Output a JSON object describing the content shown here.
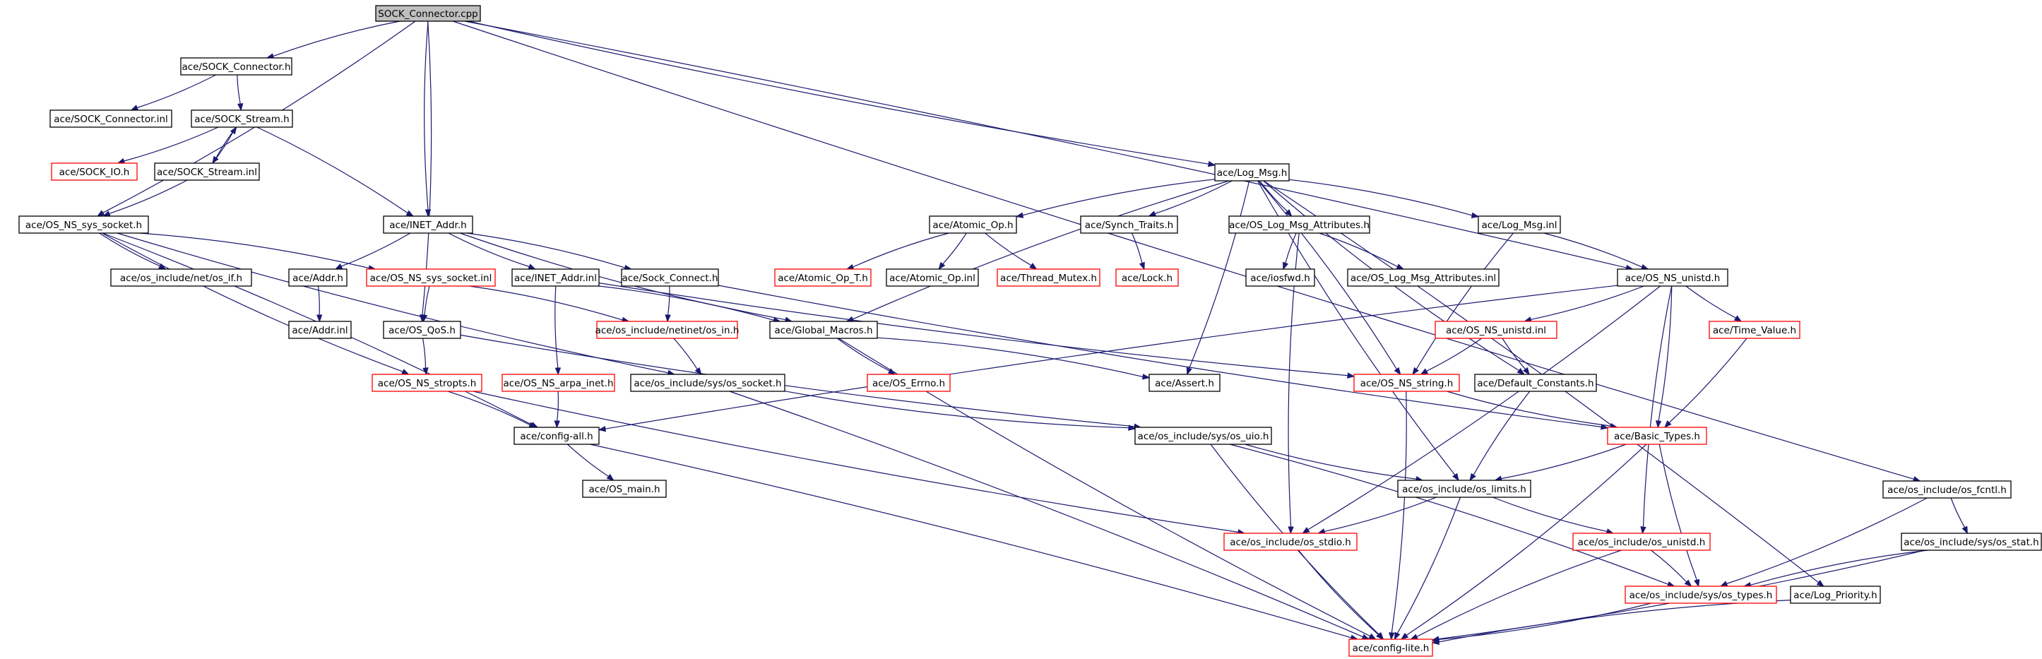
{
  "colors": {
    "edge": "#191970",
    "node_border": "#000000",
    "node_border_incomplete": "#ff0000",
    "root_fill": "#bfbfbf",
    "node_fill": "#ffffff",
    "text": "#000000"
  },
  "nodes": [
    {
      "id": "n_root",
      "label": "SOCK_Connector.cpp",
      "root": true
    },
    {
      "id": "n_sockconn_h",
      "label": "ace/SOCK_Connector.h"
    },
    {
      "id": "n_sockconn_inl",
      "label": "ace/SOCK_Connector.inl"
    },
    {
      "id": "n_sockstream_h",
      "label": "ace/SOCK_Stream.h"
    },
    {
      "id": "n_sockio_h",
      "label": "ace/SOCK_IO.h",
      "incomplete": true
    },
    {
      "id": "n_sockstream_inl",
      "label": "ace/SOCK_Stream.inl"
    },
    {
      "id": "n_osns_syssock_h",
      "label": "ace/OS_NS_sys_socket.h"
    },
    {
      "id": "n_net_if",
      "label": "ace/os_include/net/os_if.h"
    },
    {
      "id": "n_inetaddr_h",
      "label": "ace/INET_Addr.h"
    },
    {
      "id": "n_addr_h",
      "label": "ace/Addr.h"
    },
    {
      "id": "n_osns_syssock_inl",
      "label": "ace/OS_NS_sys_socket.inl",
      "incomplete": true
    },
    {
      "id": "n_inetaddr_inl",
      "label": "ace/INET_Addr.inl"
    },
    {
      "id": "n_sockconnect_h",
      "label": "ace/Sock_Connect.h"
    },
    {
      "id": "n_addr_inl",
      "label": "ace/Addr.inl"
    },
    {
      "id": "n_osqos_h",
      "label": "ace/OS_QoS.h"
    },
    {
      "id": "n_netinet_in",
      "label": "ace/os_include/netinet/os_in.h",
      "incomplete": true
    },
    {
      "id": "n_globalmacros",
      "label": "ace/Global_Macros.h"
    },
    {
      "id": "n_osns_stropts",
      "label": "ace/OS_NS_stropts.h",
      "incomplete": true
    },
    {
      "id": "n_osns_arpainet",
      "label": "ace/OS_NS_arpa_inet.h",
      "incomplete": true
    },
    {
      "id": "n_sys_socket",
      "label": "ace/os_include/sys/os_socket.h"
    },
    {
      "id": "n_oserrno",
      "label": "ace/OS_Errno.h",
      "incomplete": true
    },
    {
      "id": "n_configall",
      "label": "ace/config-all.h"
    },
    {
      "id": "n_osmain",
      "label": "ace/OS_main.h"
    },
    {
      "id": "n_logmsg_h",
      "label": "ace/Log_Msg.h"
    },
    {
      "id": "n_atomicop_h",
      "label": "ace/Atomic_Op.h"
    },
    {
      "id": "n_atomicop_t",
      "label": "ace/Atomic_Op_T.h",
      "incomplete": true
    },
    {
      "id": "n_atomicop_inl",
      "label": "ace/Atomic_Op.inl"
    },
    {
      "id": "n_threadmutex",
      "label": "ace/Thread_Mutex.h",
      "incomplete": true
    },
    {
      "id": "n_synchtraits",
      "label": "ace/Synch_Traits.h"
    },
    {
      "id": "n_lock_h",
      "label": "ace/Lock.h",
      "incomplete": true
    },
    {
      "id": "n_oslogmsgattr_h",
      "label": "ace/OS_Log_Msg_Attributes.h"
    },
    {
      "id": "n_iosfwd",
      "label": "ace/iosfwd.h"
    },
    {
      "id": "n_oslogmsgattr_inl",
      "label": "ace/OS_Log_Msg_Attributes.inl"
    },
    {
      "id": "n_logmsg_inl",
      "label": "ace/Log_Msg.inl"
    },
    {
      "id": "n_osns_unistd_h",
      "label": "ace/OS_NS_unistd.h"
    },
    {
      "id": "n_osns_unistd_inl",
      "label": "ace/OS_NS_unistd.inl",
      "incomplete": true
    },
    {
      "id": "n_timevalue",
      "label": "ace/Time_Value.h",
      "incomplete": true
    },
    {
      "id": "n_assert",
      "label": "ace/Assert.h"
    },
    {
      "id": "n_osns_string",
      "label": "ace/OS_NS_string.h",
      "incomplete": true
    },
    {
      "id": "n_defconst",
      "label": "ace/Default_Constants.h"
    },
    {
      "id": "n_basictypes",
      "label": "ace/Basic_Types.h",
      "incomplete": true
    },
    {
      "id": "n_sys_uio",
      "label": "ace/os_include/sys/os_uio.h"
    },
    {
      "id": "n_os_limits",
      "label": "ace/os_include/os_limits.h"
    },
    {
      "id": "n_os_stdio",
      "label": "ace/os_include/os_stdio.h",
      "incomplete": true
    },
    {
      "id": "n_os_unistd",
      "label": "ace/os_include/os_unistd.h",
      "incomplete": true
    },
    {
      "id": "n_sys_types",
      "label": "ace/os_include/sys/os_types.h",
      "incomplete": true
    },
    {
      "id": "n_configlite",
      "label": "ace/config-lite.h",
      "incomplete": true
    },
    {
      "id": "n_os_fcntl",
      "label": "ace/os_include/os_fcntl.h"
    },
    {
      "id": "n_sys_stat",
      "label": "ace/os_include/sys/os_stat.h"
    },
    {
      "id": "n_logpriority",
      "label": "ace/Log_Priority.h"
    }
  ],
  "edges": [
    [
      "n_root",
      "n_sockconn_h"
    ],
    [
      "n_root",
      "n_osns_syssock_h"
    ],
    [
      "n_root",
      "n_inetaddr_h"
    ],
    [
      "n_root",
      "n_osqos_h"
    ],
    [
      "n_root",
      "n_logmsg_h"
    ],
    [
      "n_root",
      "n_osns_unistd_h"
    ],
    [
      "n_root",
      "n_os_fcntl"
    ],
    [
      "n_sockconn_h",
      "n_sockconn_inl"
    ],
    [
      "n_sockconn_h",
      "n_sockstream_h"
    ],
    [
      "n_sockstream_h",
      "n_sockio_h"
    ],
    [
      "n_sockstream_h",
      "n_sockstream_inl"
    ],
    [
      "n_sockstream_h",
      "n_inetaddr_h"
    ],
    [
      "n_sockstream_inl",
      "n_sockstream_h"
    ],
    [
      "n_sockstream_inl",
      "n_osns_syssock_h"
    ],
    [
      "n_osns_syssock_h",
      "n_net_if"
    ],
    [
      "n_osns_syssock_h",
      "n_osns_syssock_inl"
    ],
    [
      "n_osns_syssock_h",
      "n_osns_stropts"
    ],
    [
      "n_osns_syssock_h",
      "n_configall"
    ],
    [
      "n_osns_syssock_h",
      "n_sys_socket"
    ],
    [
      "n_inetaddr_h",
      "n_addr_h"
    ],
    [
      "n_inetaddr_h",
      "n_inetaddr_inl"
    ],
    [
      "n_inetaddr_h",
      "n_sockconnect_h"
    ],
    [
      "n_inetaddr_h",
      "n_globalmacros"
    ],
    [
      "n_addr_h",
      "n_addr_inl"
    ],
    [
      "n_osns_syssock_inl",
      "n_osqos_h"
    ],
    [
      "n_osns_syssock_inl",
      "n_netinet_in"
    ],
    [
      "n_inetaddr_inl",
      "n_osns_arpainet"
    ],
    [
      "n_inetaddr_inl",
      "n_globalmacros"
    ],
    [
      "n_inetaddr_inl",
      "n_osns_string"
    ],
    [
      "n_sockconnect_h",
      "n_netinet_in"
    ],
    [
      "n_sockconnect_h",
      "n_basictypes"
    ],
    [
      "n_osqos_h",
      "n_osns_stropts"
    ],
    [
      "n_osqos_h",
      "n_sys_uio"
    ],
    [
      "n_netinet_in",
      "n_sys_socket"
    ],
    [
      "n_globalmacros",
      "n_oserrno"
    ],
    [
      "n_globalmacros",
      "n_assert"
    ],
    [
      "n_globalmacros",
      "n_configlite"
    ],
    [
      "n_osns_stropts",
      "n_configall"
    ],
    [
      "n_osns_stropts",
      "n_os_stdio"
    ],
    [
      "n_osns_arpainet",
      "n_configall"
    ],
    [
      "n_sys_socket",
      "n_sys_uio"
    ],
    [
      "n_sys_socket",
      "n_configlite"
    ],
    [
      "n_configall",
      "n_osmain"
    ],
    [
      "n_configall",
      "n_configlite"
    ],
    [
      "n_logmsg_h",
      "n_atomicop_h"
    ],
    [
      "n_logmsg_h",
      "n_synchtraits"
    ],
    [
      "n_logmsg_h",
      "n_oslogmsgattr_h"
    ],
    [
      "n_logmsg_h",
      "n_logmsg_inl"
    ],
    [
      "n_logmsg_h",
      "n_globalmacros"
    ],
    [
      "n_logmsg_h",
      "n_assert"
    ],
    [
      "n_logmsg_h",
      "n_defconst"
    ],
    [
      "n_logmsg_h",
      "n_logpriority"
    ],
    [
      "n_logmsg_h",
      "n_os_limits"
    ],
    [
      "n_logmsg_h",
      "n_osns_string"
    ],
    [
      "n_atomicop_h",
      "n_atomicop_t"
    ],
    [
      "n_atomicop_h",
      "n_atomicop_inl"
    ],
    [
      "n_atomicop_h",
      "n_threadmutex"
    ],
    [
      "n_synchtraits",
      "n_lock_h"
    ],
    [
      "n_oslogmsgattr_h",
      "n_iosfwd"
    ],
    [
      "n_oslogmsgattr_h",
      "n_oslogmsgattr_inl"
    ],
    [
      "n_oslogmsgattr_h",
      "n_os_stdio"
    ],
    [
      "n_logmsg_inl",
      "n_osns_unistd_h"
    ],
    [
      "n_logmsg_inl",
      "n_osns_string"
    ],
    [
      "n_osns_unistd_h",
      "n_osns_unistd_inl"
    ],
    [
      "n_osns_unistd_h",
      "n_timevalue"
    ],
    [
      "n_osns_unistd_h",
      "n_basictypes"
    ],
    [
      "n_osns_unistd_h",
      "n_configall"
    ],
    [
      "n_osns_unistd_h",
      "n_os_stdio"
    ],
    [
      "n_osns_unistd_h",
      "n_os_unistd"
    ],
    [
      "n_osns_unistd_inl",
      "n_osns_string"
    ],
    [
      "n_osns_unistd_inl",
      "n_defconst"
    ],
    [
      "n_timevalue",
      "n_basictypes"
    ],
    [
      "n_osns_string",
      "n_basictypes"
    ],
    [
      "n_osns_string",
      "n_configlite"
    ],
    [
      "n_defconst",
      "n_os_limits"
    ],
    [
      "n_basictypes",
      "n_os_limits"
    ],
    [
      "n_basictypes",
      "n_sys_types"
    ],
    [
      "n_basictypes",
      "n_configlite"
    ],
    [
      "n_sys_uio",
      "n_os_limits"
    ],
    [
      "n_sys_uio",
      "n_sys_types"
    ],
    [
      "n_sys_uio",
      "n_configlite"
    ],
    [
      "n_os_limits",
      "n_os_stdio"
    ],
    [
      "n_os_limits",
      "n_os_unistd"
    ],
    [
      "n_os_limits",
      "n_configlite"
    ],
    [
      "n_os_stdio",
      "n_configlite"
    ],
    [
      "n_os_unistd",
      "n_sys_types"
    ],
    [
      "n_os_unistd",
      "n_configlite"
    ],
    [
      "n_sys_types",
      "n_configlite"
    ],
    [
      "n_os_fcntl",
      "n_sys_stat"
    ],
    [
      "n_os_fcntl",
      "n_sys_types"
    ],
    [
      "n_sys_stat",
      "n_sys_types"
    ],
    [
      "n_sys_stat",
      "n_configlite"
    ],
    [
      "n_logpriority",
      "n_configlite"
    ]
  ]
}
